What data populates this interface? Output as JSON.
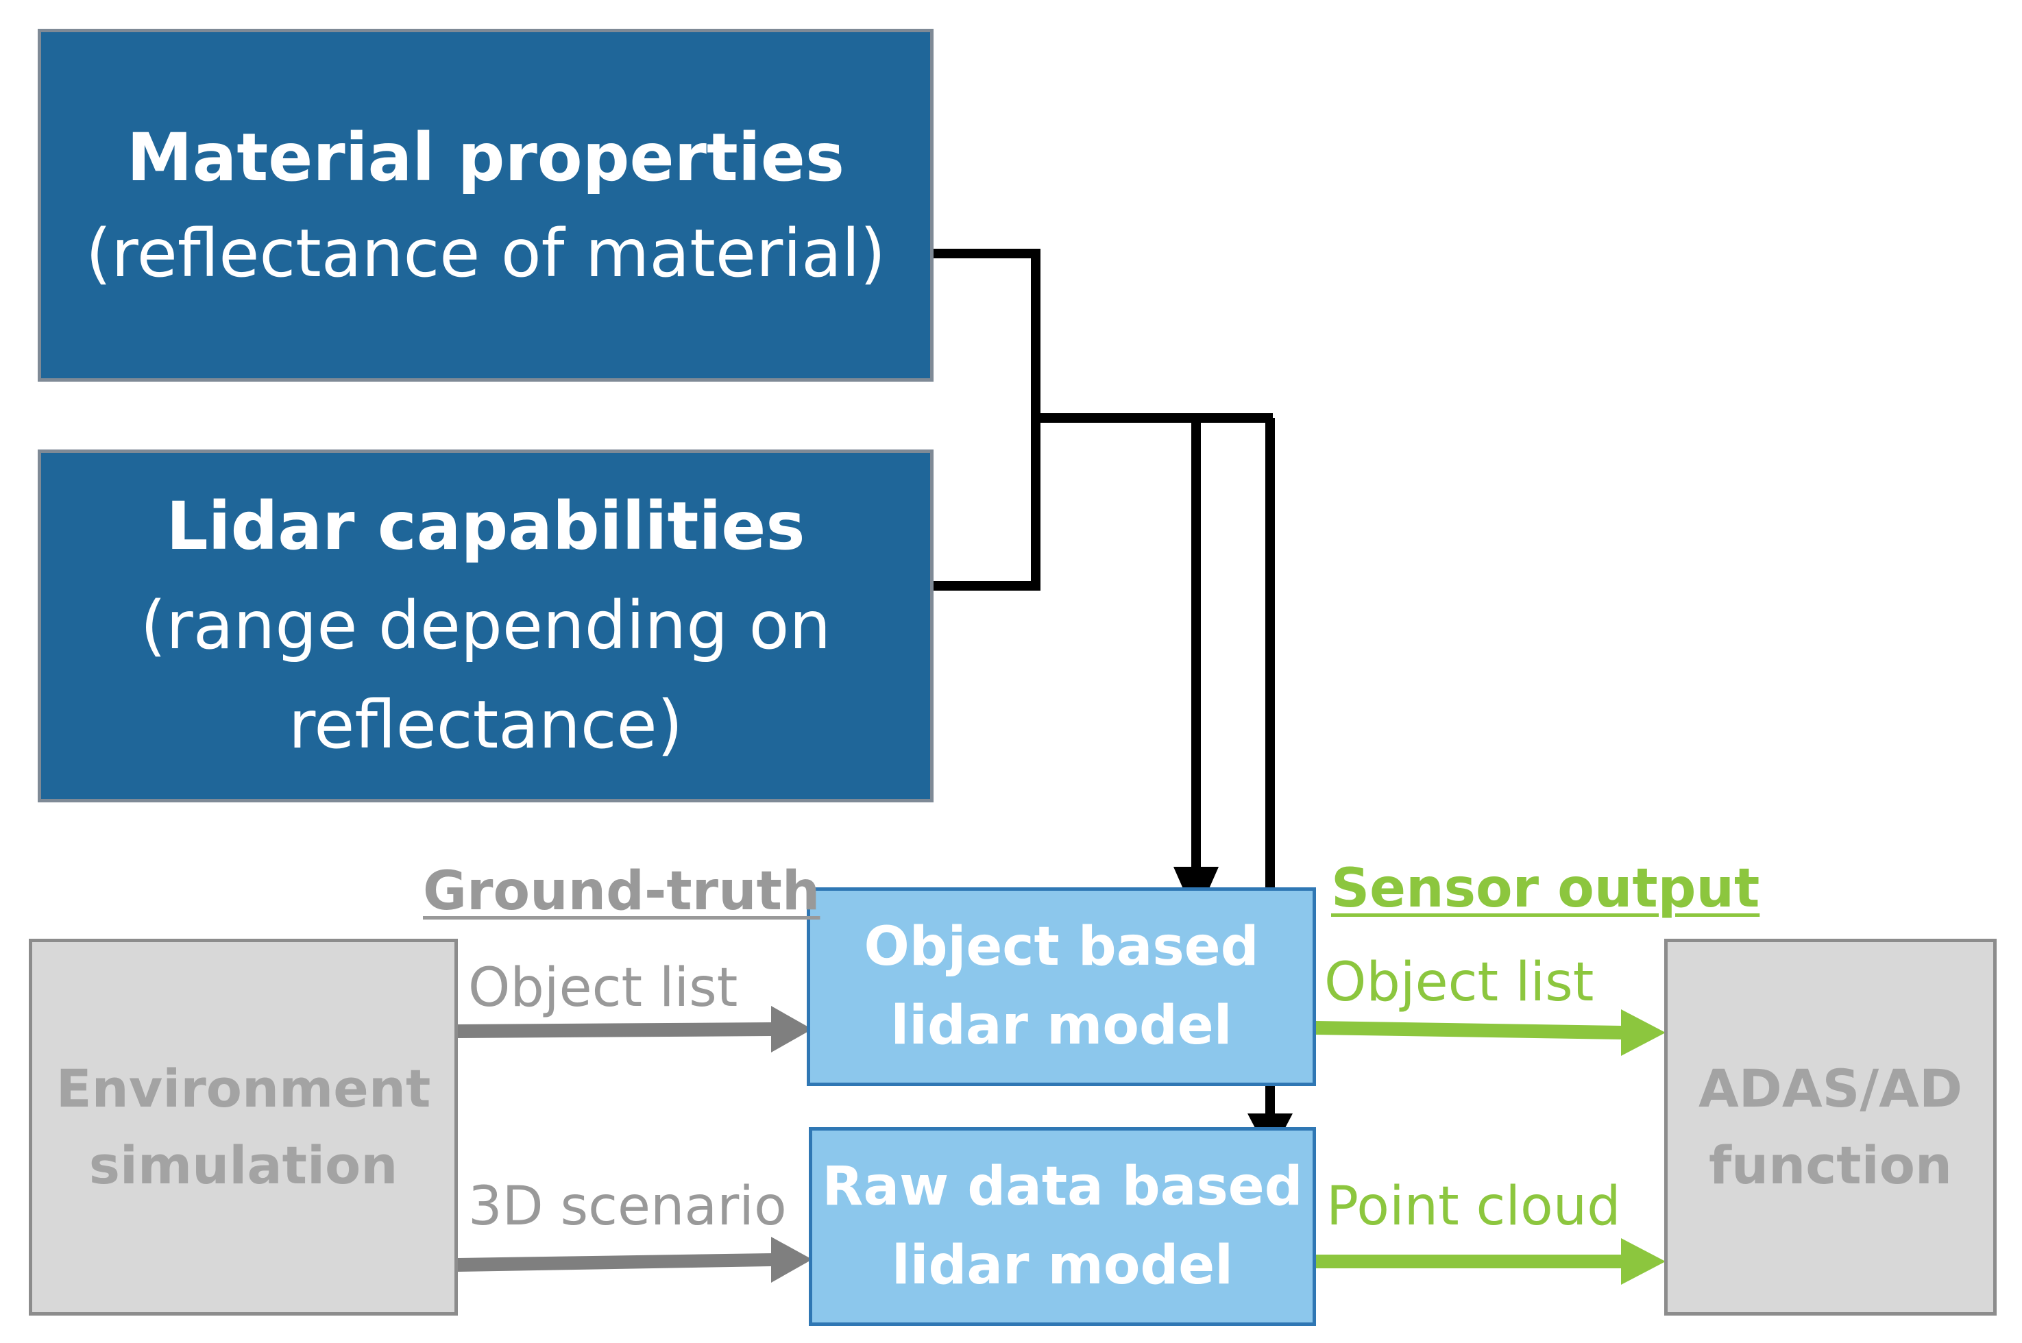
{
  "material_box": {
    "title": "Material properties",
    "subtitle": "(reflectance of material)"
  },
  "lidar_box": {
    "title": "Lidar capabilities",
    "subtitle_line1": "(range depending on",
    "subtitle_line2": "reflectance)"
  },
  "object_model_box": {
    "line1": "Object based",
    "line2": "lidar model"
  },
  "raw_model_box": {
    "line1": "Raw data based",
    "line2": "lidar model"
  },
  "environment_box": {
    "line1": "Environment",
    "line2": "simulation"
  },
  "adas_box": {
    "line1": "ADAS/AD",
    "line2": "function"
  },
  "labels": {
    "ground_truth": "Ground-truth",
    "input_object_list": "Object list",
    "input_3d_scenario": "3D scenario",
    "sensor_output": "Sensor output",
    "output_object_list": "Object list",
    "output_point_cloud": "Point cloud"
  },
  "colors": {
    "dark_box": "#1f6699",
    "light_box": "#8cc7ec",
    "gray_box": "#d8d8d8",
    "input_arrow": "#7f7f7f",
    "output_arrow": "#8cc63e",
    "connector": "#000000"
  }
}
